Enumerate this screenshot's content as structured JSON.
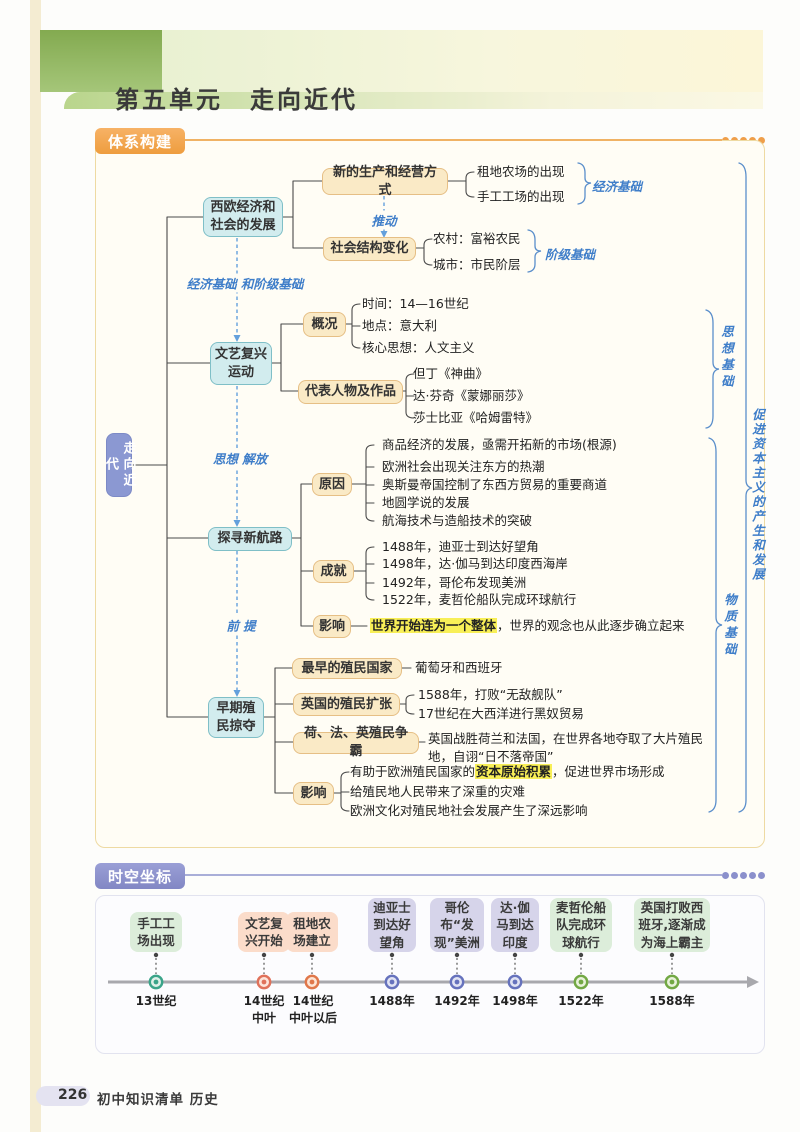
{
  "page": {
    "unit_title": "第五单元　走向近代",
    "footer": {
      "page_num": "226",
      "book": "初中知识清单 历史"
    }
  },
  "colors": {
    "badge_orange": "#ee9d3e",
    "badge_purple": "#8287c4",
    "node_cyan": "#d2ecee",
    "node_orange": "#faeac6",
    "root_purple": "#8b98d2",
    "highlight_yellow": "#f8ef57",
    "annotation_blue": "#3f7ec9",
    "tl_green": "#dcedda",
    "tl_salmon": "#fbdcca",
    "tl_purple": "#d6d4ea"
  },
  "mindmap": {
    "badge": "体系构建",
    "root": "走向近代",
    "annotations": {
      "push": "推动",
      "econ_class_basis": "经济基础 和阶级基础",
      "thought_liberation": "思想 解放",
      "premise": "前 提",
      "econ_basis": "经济基础",
      "class_basis": "阶级基础",
      "thought_basis": "思想基础",
      "material_basis": "物质基础",
      "promote": "促进资本主义的产生和发展"
    },
    "b1": {
      "label": "西欧经济和社会的发展",
      "c1": {
        "label": "新的生产和经营方式",
        "items": [
          "租地农场的出现",
          "手工工场的出现"
        ]
      },
      "c2": {
        "label": "社会结构变化",
        "items": [
          "农村：富裕农民",
          "城市：市民阶层"
        ]
      }
    },
    "b2": {
      "label": "文艺复兴运动",
      "c1": {
        "label": "概况",
        "items": [
          "时间：14—16世纪",
          "地点：意大利",
          "核心思想：人文主义"
        ]
      },
      "c2": {
        "label": "代表人物及作品",
        "items": [
          "但丁《神曲》",
          "达·芬奇《蒙娜丽莎》",
          "莎士比亚《哈姆雷特》"
        ]
      }
    },
    "b3": {
      "label": "探寻新航路",
      "c1": {
        "label": "原因",
        "items": [
          "商品经济的发展，亟需开拓新的市场(根源)",
          "欧洲社会出现关注东方的热潮",
          "奥斯曼帝国控制了东西方贸易的重要商道",
          "地圆学说的发展",
          "航海技术与造船技术的突破"
        ]
      },
      "c2": {
        "label": "成就",
        "items": [
          "1488年，迪亚士到达好望角",
          "1498年，达·伽马到达印度西海岸",
          "1492年，哥伦布发现美洲",
          "1522年，麦哲伦船队完成环球航行"
        ]
      },
      "c3": {
        "label": "影响",
        "highlight": "世界开始连为一个整体",
        "rest": "，世界的观念也从此逐步确立起来"
      }
    },
    "b4": {
      "label": "早期殖民掠夺",
      "c1": {
        "label": "最早的殖民国家",
        "item": "葡萄牙和西班牙"
      },
      "c2": {
        "label": "英国的殖民扩张",
        "items": [
          "1588年，打败“无敌舰队”",
          "17世纪在大西洋进行黑奴贸易"
        ]
      },
      "c3": {
        "label": "荷、法、英殖民争霸",
        "item": "英国战胜荷兰和法国，在世界各地夺取了大片殖民地，自诩“日不落帝国”"
      },
      "c4": {
        "label": "影响",
        "item1_pre": "有助于欧洲殖民国家的",
        "item1_hl": "资本原始积累",
        "item1_post": "，促进世界市场形成",
        "item2": "给殖民地人民带来了深重的灾难",
        "item3": "欧洲文化对殖民地社会发展产生了深远影响"
      }
    }
  },
  "timeline": {
    "badge": "时空坐标",
    "events": [
      {
        "label": "手工工场出现",
        "date": "13世纪",
        "color": "green"
      },
      {
        "label": "文艺复兴开始",
        "date": "14世纪\n中叶",
        "color": "salmon"
      },
      {
        "label": "租地农场建立",
        "date": "14世纪\n中叶以后",
        "color": "salmon"
      },
      {
        "label": "迪亚士到达好望角",
        "date": "1488年",
        "color": "purple"
      },
      {
        "label": "哥伦布“发现”美洲",
        "date": "1492年",
        "color": "purple"
      },
      {
        "label": "达·伽马到达印度",
        "date": "1498年",
        "color": "purple"
      },
      {
        "label": "麦哲伦船队完成环球航行",
        "date": "1522年",
        "color": "green"
      },
      {
        "label": "英国打败西班牙,逐渐成为海上霸主",
        "date": "1588年",
        "color": "green"
      }
    ]
  }
}
